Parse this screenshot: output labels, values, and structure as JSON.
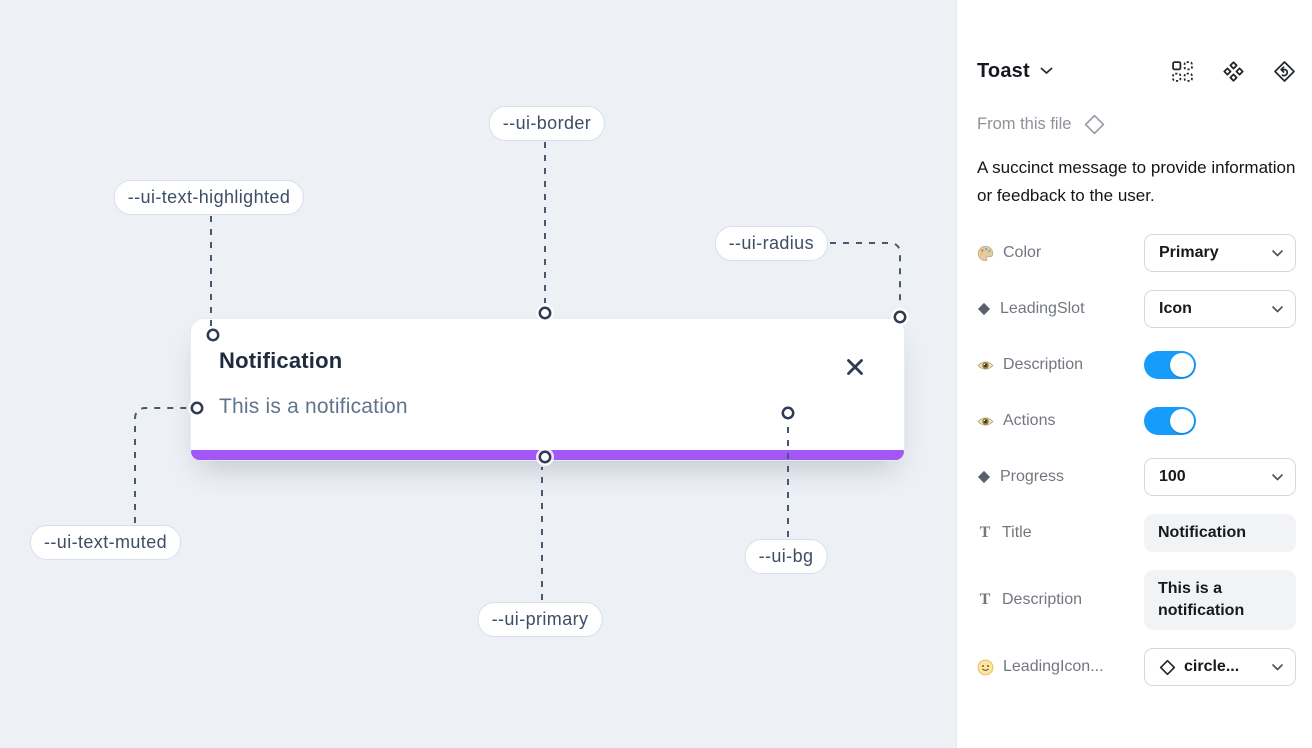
{
  "canvas": {
    "toast": {
      "title": "Notification",
      "description": "This is a notification",
      "close_icon": "x-close-icon",
      "progress_color": "#a457f7",
      "background": "#ffffff"
    },
    "background_color": "#edf0f5",
    "annotations": [
      {
        "id": "border",
        "label": "--ui-border"
      },
      {
        "id": "text_highlighted",
        "label": "--ui-text-highlighted"
      },
      {
        "id": "radius",
        "label": "--ui-radius"
      },
      {
        "id": "text_muted",
        "label": "--ui-text-muted"
      },
      {
        "id": "primary",
        "label": "--ui-primary"
      },
      {
        "id": "bg",
        "label": "--ui-bg"
      }
    ]
  },
  "panel": {
    "title": "Toast",
    "source_label": "From this file",
    "description": "A succinct message to provide information or feedback to the user.",
    "header_icons": [
      "apply-variable-grid-icon",
      "component-icon",
      "go-to-main-component-icon"
    ],
    "icon_glyphs": {
      "text": "T"
    },
    "toggle_color": "#169dfc",
    "properties": [
      {
        "label": "Color",
        "icon": "palette-icon",
        "control": "select",
        "value": "Primary"
      },
      {
        "label": "LeadingSlot",
        "icon": "diamond-icon",
        "control": "select",
        "value": "Icon"
      },
      {
        "label": "Description",
        "icon": "eye-icon",
        "control": "toggle",
        "value": true
      },
      {
        "label": "Actions",
        "icon": "eye-icon",
        "control": "toggle",
        "value": true
      },
      {
        "label": "Progress",
        "icon": "diamond-icon",
        "control": "select",
        "value": "100"
      },
      {
        "label": "Title",
        "icon": "text-icon",
        "control": "textfield",
        "value": "Notification"
      },
      {
        "label": "Description",
        "icon": "text-icon",
        "control": "textfield",
        "value": "This is a notification"
      },
      {
        "label": "LeadingIcon...",
        "icon": "smiley-icon",
        "control": "select",
        "value": "circle..."
      }
    ]
  }
}
